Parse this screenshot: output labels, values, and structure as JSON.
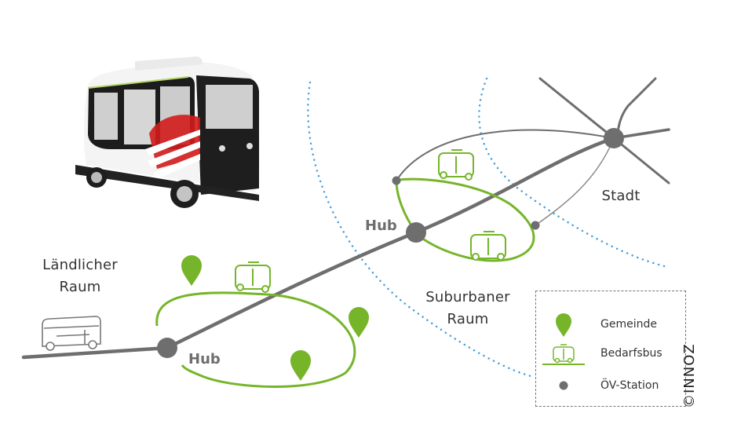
{
  "diagram": {
    "regions": {
      "rural": {
        "line1": "Ländlicher",
        "line2": "Raum"
      },
      "suburban": {
        "line1": "Suburbaner",
        "line2": "Raum"
      },
      "city": "Stadt"
    },
    "hub_labels": {
      "rural_hub": "Hub",
      "suburban_hub": "Hub"
    },
    "legend": {
      "items": [
        {
          "icon": "map-pin-icon",
          "label": "Gemeinde"
        },
        {
          "icon": "minibus-icon",
          "label": "Bedarfsbus"
        },
        {
          "icon": "dot-icon",
          "label": "ÖV-Station"
        }
      ]
    },
    "copyright": "©INNOZ",
    "colors": {
      "green": "#76b52a",
      "gray": "#6e6e6e",
      "blue_dots": "#4a9fd8",
      "text": "#333333"
    }
  }
}
